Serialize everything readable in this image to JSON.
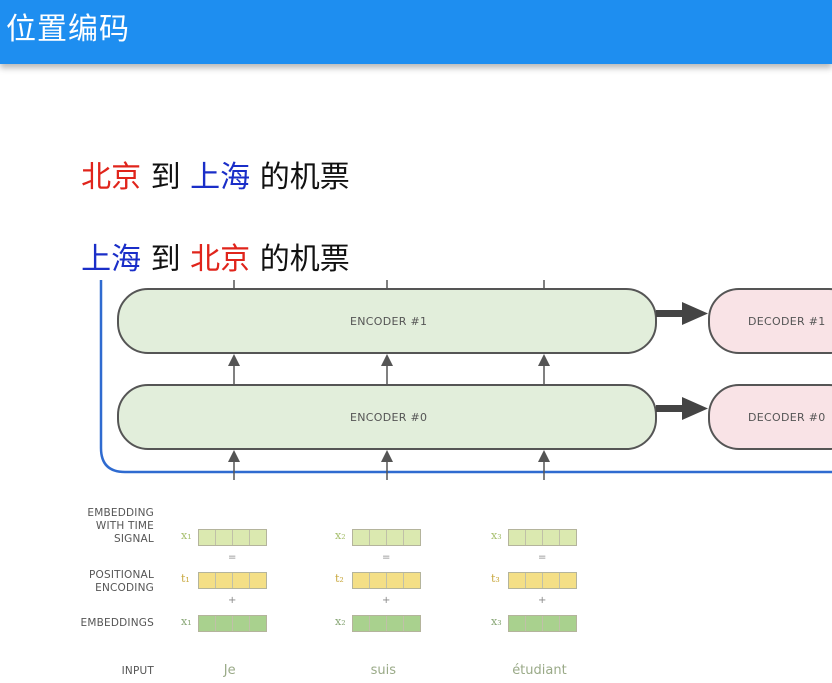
{
  "header": {
    "title": "位置编码"
  },
  "sentences": [
    {
      "parts": [
        {
          "text": "北京",
          "color": "red"
        },
        {
          "text": " 到 ",
          "color": "black"
        },
        {
          "text": "上海",
          "color": "blue"
        },
        {
          "text": " 的机票",
          "color": "black"
        }
      ]
    },
    {
      "parts": [
        {
          "text": "上海",
          "color": "blue"
        },
        {
          "text": " 到 ",
          "color": "black"
        },
        {
          "text": "北京",
          "color": "red"
        },
        {
          "text": " 的机票",
          "color": "black"
        }
      ]
    }
  ],
  "diagram": {
    "encoders": [
      "ENCODER #1",
      "ENCODER #0"
    ],
    "decoders": [
      "DECODER #1",
      "DECODER #0"
    ],
    "row_labels": {
      "time_signal": "EMBEDDING\nWITH TIME\nSIGNAL",
      "positional": "POSITIONAL\nENCODING",
      "embeddings": "EMBEDDINGS",
      "input": "INPUT"
    },
    "operators": {
      "equals": "=",
      "plus": "+"
    },
    "tokens": [
      {
        "word": "Je",
        "x_label": "x₁",
        "t_label": "t₁",
        "e_label": "x₁"
      },
      {
        "word": "suis",
        "x_label": "x₂",
        "t_label": "t₂",
        "e_label": "x₂"
      },
      {
        "word": "étudiant",
        "x_label": "x₃",
        "t_label": "t₃",
        "e_label": "x₃"
      }
    ],
    "colors": {
      "encoder_fill": "#e2eedb",
      "decoder_fill": "#f9e3e6",
      "time_signal_fill": "#dcea b0",
      "positional_fill": "#f5e08a",
      "embedding_fill": "#a9d18e",
      "frame_blue": "#2f6bd0"
    }
  }
}
